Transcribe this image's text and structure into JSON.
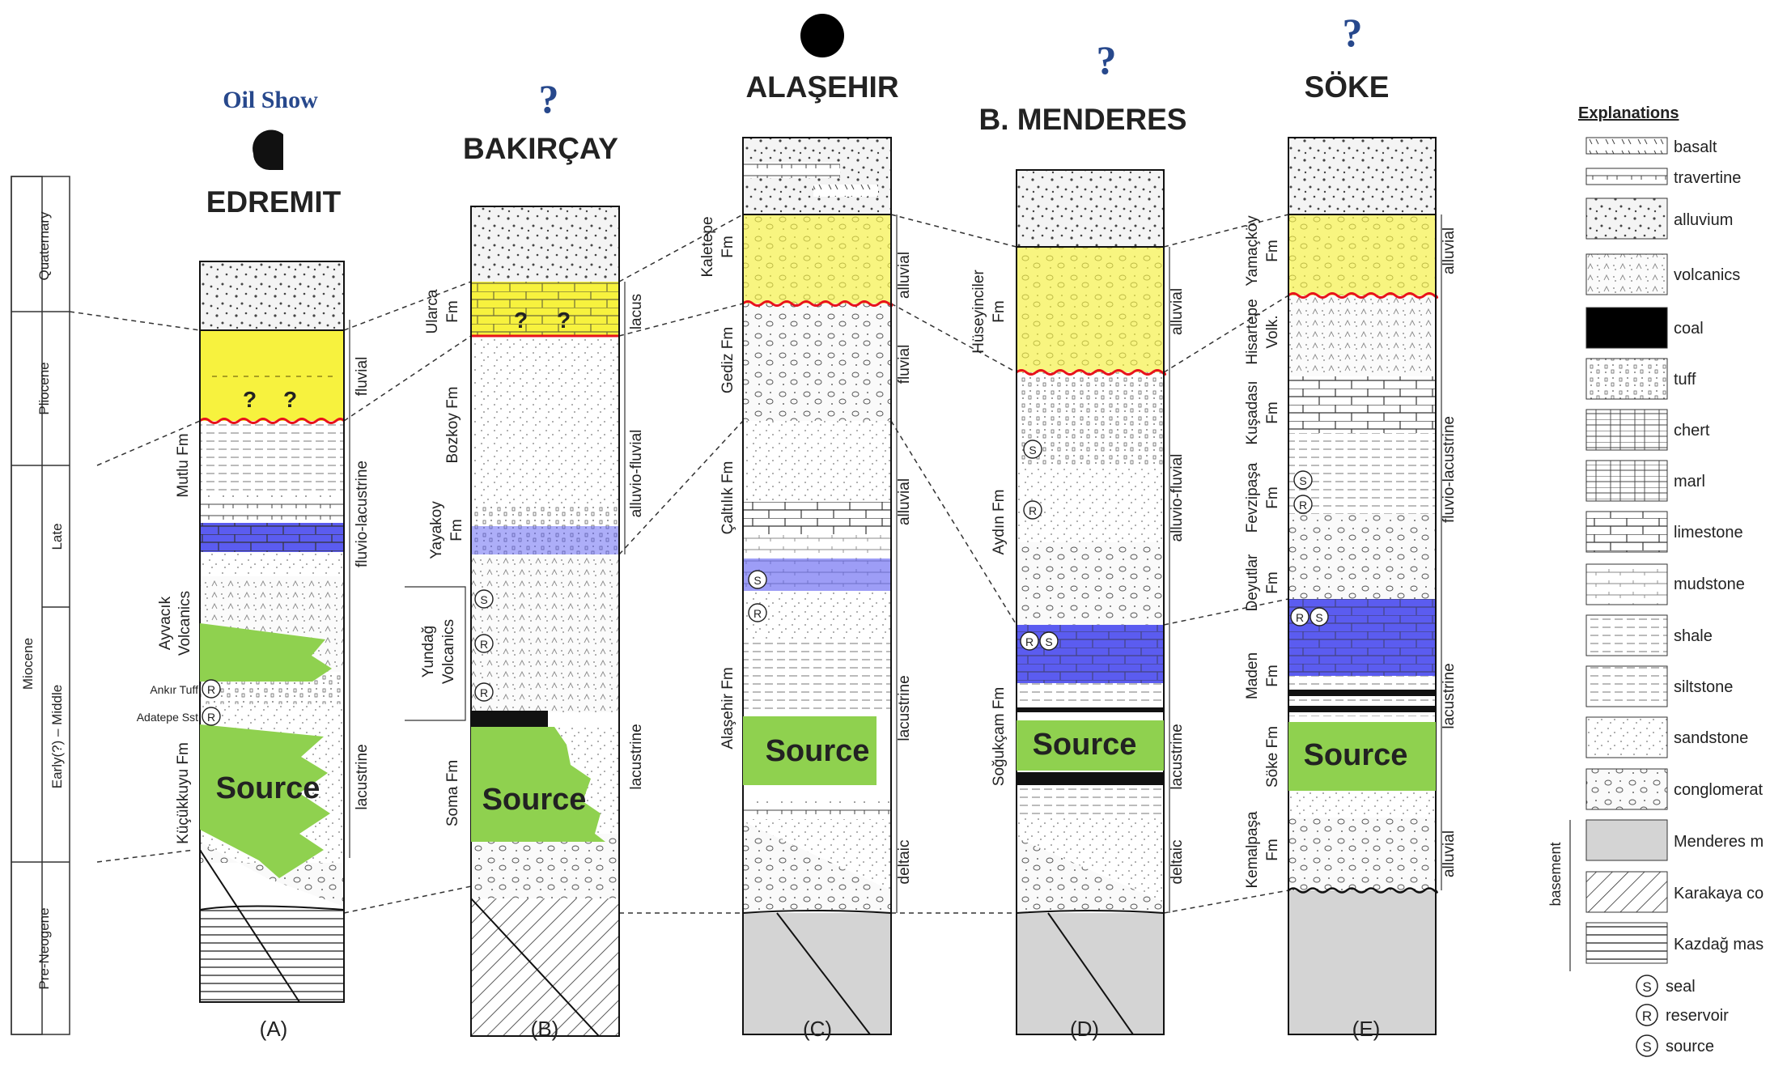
{
  "annotations": {
    "oil_show": "Oil Show",
    "q_bakircay": "?",
    "q_menderes": "?",
    "q_soke": "?",
    "source_label": "Source",
    "red_q": "?"
  },
  "time_scale": {
    "quaternary": "Quaternary",
    "pliocene": "Pliocene",
    "miocene": "Miocene",
    "late": "Late",
    "early_middle": "Early(?) – Middle",
    "pre_neogene": "Pre-Neogene"
  },
  "columns": {
    "a": {
      "title": "EDREMIT",
      "label": "(A)",
      "fms": {
        "mutlu": "Mutlu Fm",
        "ayvacik": "Ayvacık",
        "volcanics": "Volcanics",
        "ankir": "Ankır Tuff",
        "adatepe": "Adatepe Sst",
        "kucukkuyu": "Küçükkuyu Fm"
      },
      "envs": {
        "fluvial": "fluvial",
        "fluvio_lac": "fluvio-lacustrine",
        "lacustrine": "lacustrine"
      }
    },
    "b": {
      "title": "BAKIRÇAY",
      "label": "(B)",
      "fms": {
        "ularca1": "Ularca",
        "ularca2": "Fm",
        "bozkoy": "Bozkoy Fm",
        "yayakoy1": "Yayakoy",
        "yayakoy2": "Fm",
        "yundag1": "Yundağ",
        "yundag2": "Volcanics",
        "soma": "Soma Fm"
      },
      "envs": {
        "lacus": "lacus",
        "alluvio_fluvial": "alluvio-fluvial",
        "lacustrine": "lacustrine"
      }
    },
    "c": {
      "title": "ALAŞEHIR",
      "label": "(C)",
      "fms": {
        "kaletepe1": "Kaletepe",
        "kaletepe2": "Fm",
        "gediz": "Gediz Fm",
        "caltilik": "Çaltılık Fm",
        "alasehir": "Alaşehir Fm"
      },
      "envs": {
        "alluvial1": "alluvial",
        "fluvial": "fluvial",
        "alluvial2": "alluvial",
        "lacustrine": "lacustrine",
        "deltaic": "deltaic"
      }
    },
    "d": {
      "title": "B. MENDERES",
      "label": "(D)",
      "fms": {
        "huseyinciler1": "Hüseyinciler",
        "huseyinciler2": "Fm",
        "aydin": "Aydın Fm",
        "sogukcam": "Soğukçam Fm"
      },
      "envs": {
        "alluvial": "alluvial",
        "alluvio_fluvial": "alluvio-fluvial",
        "lacustrine": "lacustrine",
        "deltaic": "deltaic"
      }
    },
    "e": {
      "title": "SÖKE",
      "label": "(E)",
      "fms": {
        "yamackoy1": "Yamaçköy",
        "yamackoy2": "Fm",
        "hisartepe1": "Hisartepe",
        "hisartepe2": "Volk.",
        "kusadasi1": "Kuşadası",
        "kusadasi2": "Fm",
        "fevzipasa1": "Fevzipaşa",
        "fevzipasa2": "Fm",
        "deyutlar1": "Deyutlar",
        "deyutlar2": "Fm",
        "maden1": "Maden",
        "maden2": "Fm",
        "soke1": "Söke Fm",
        "kemalpasa1": "Kemalpaşa",
        "kemalpasa2": "Fm"
      },
      "envs": {
        "alluvial1": "alluvial",
        "fluvio_lac": "fluvio-lacustrine",
        "lacustrine": "lacustrine",
        "alluvial2": "alluvial"
      }
    }
  },
  "legend": {
    "title": "Explanations",
    "basement": "basement",
    "items": {
      "basalt": "basalt",
      "travertine": "travertine",
      "alluvium": "alluvium",
      "volcanics": "volcanics",
      "coal": "coal",
      "tuff": "tuff",
      "chert": "chert",
      "marl": "marl",
      "limestone": "limestone",
      "mudstone": "mudstone",
      "shale": "shale",
      "siltstone": "siltstone",
      "sandstone": "sandstone",
      "conglomerate": "conglomerat",
      "menderes": "Menderes m",
      "karakaya": "Karakaya co",
      "kazdag": "Kazdağ mas"
    },
    "symbols": {
      "seal": "seal",
      "reservoir": "reservoir",
      "source": "source"
    },
    "symbol_letters": {
      "s": "S",
      "r": "R"
    }
  },
  "colors": {
    "alluvial_yellow": "#f7f23e",
    "limestone_blue": "#5b5cf0",
    "source_green": "#8fd14f",
    "source_text": "#e8121b",
    "question_blue": "#27488c"
  }
}
